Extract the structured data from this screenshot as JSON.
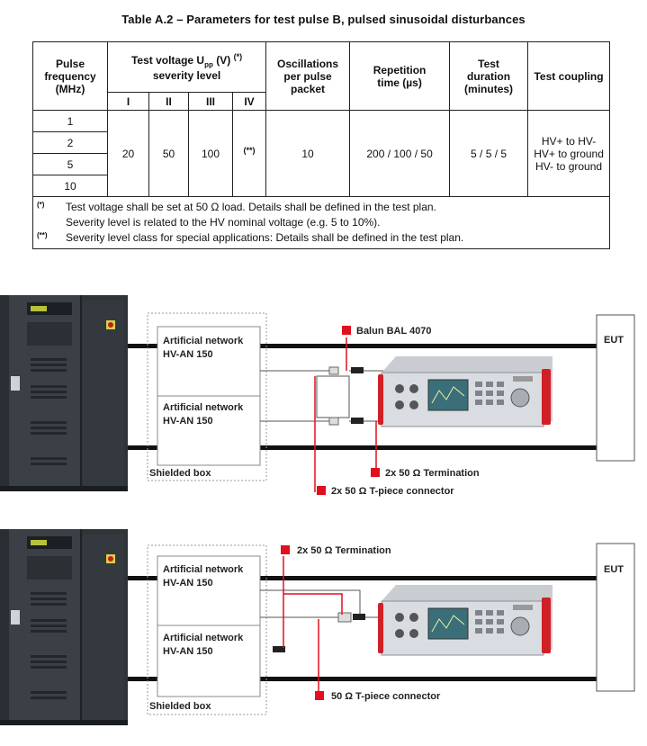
{
  "table": {
    "title": "Table A.2 – Parameters for test pulse B, pulsed sinusoidal disturbances",
    "headers": {
      "pulse_freq": [
        "Pulse",
        "frequency",
        "(MHz)"
      ],
      "test_voltage": "Test voltage  U",
      "test_voltage_sub": "pp",
      "test_voltage_unit": "  (V)",
      "test_voltage_mark": "(*)",
      "severity": "severity level",
      "levels": [
        "I",
        "II",
        "III",
        "IV"
      ],
      "oscillations": [
        "Oscillations",
        "per pulse",
        "packet"
      ],
      "repetition": [
        "Repetition",
        "time (µs)"
      ],
      "duration": [
        "Test",
        "duration",
        "(minutes)"
      ],
      "coupling": "Test coupling"
    },
    "frequencies": [
      "1",
      "2",
      "5",
      "10"
    ],
    "levels_values": [
      "20",
      "50",
      "100",
      "(**)"
    ],
    "oscillations_value": "10",
    "repetition_value": "200 / 100 / 50",
    "duration_value": "5 / 5 / 5",
    "coupling_lines": [
      "HV+ to HV-",
      "HV+ to ground",
      "HV- to ground"
    ],
    "notes": [
      {
        "mark": "(*)",
        "text": "Test voltage shall be set at 50 Ω load. Details shall be defined in the test plan."
      },
      {
        "mark": "",
        "text": "Severity level is related to the HV nominal voltage (e.g. 5 to 10%)."
      },
      {
        "mark": "(**)",
        "text": "Severity level class for special applications: Details shall be defined in the test plan."
      }
    ]
  },
  "diagram1": {
    "an_title": "Artificial network",
    "an_model": "HV-AN 150",
    "shielded_box": "Shielded box",
    "eut": "EUT",
    "balun": "Balun BAL 4070",
    "termination": "2x 50 Ω Termination",
    "tpiece": "2x 50 Ω T-piece connector"
  },
  "diagram2": {
    "an_title": "Artificial network",
    "an_model": "HV-AN 150",
    "shielded_box": "Shielded box",
    "eut": "EUT",
    "termination": "2x 50 Ω Termination",
    "tpiece": "50 Ω T-piece connector"
  },
  "colors": {
    "accent": "#e0101e",
    "cabinet": "#3a3f45",
    "cable": "#111111"
  }
}
